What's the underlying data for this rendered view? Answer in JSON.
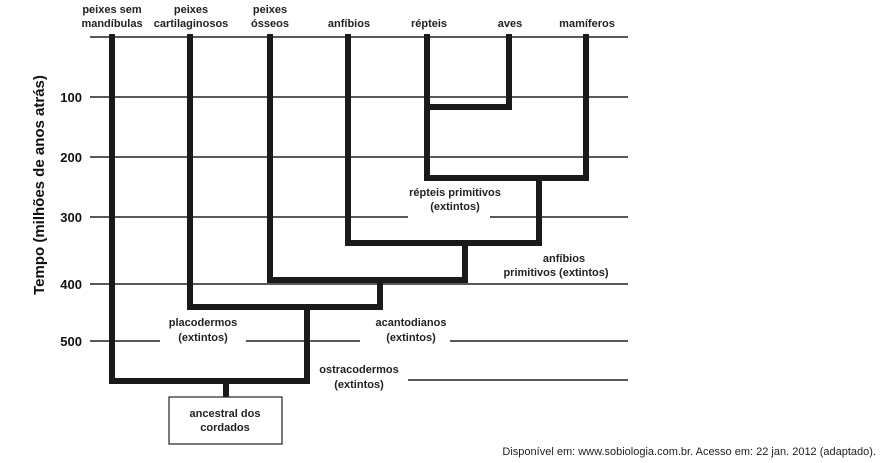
{
  "axis": {
    "label": "Tempo (milhões de anos atrás)",
    "ticks": [
      "100",
      "200",
      "300",
      "400",
      "500"
    ]
  },
  "taxa": {
    "peixes_sem_mandibulas": [
      "peixes sem",
      "mandíbulas"
    ],
    "peixes_cartilaginosos": [
      "peixes",
      "cartilaginosos"
    ],
    "peixes_osseos": [
      "peixes",
      "ósseos"
    ],
    "anfibios": "anfíbios",
    "repteis": "répteis",
    "aves": "aves",
    "mamiferos": "mamíferos"
  },
  "extinct": {
    "repteis_primitivos": [
      "répteis primitivos",
      "(extintos)"
    ],
    "anfibios_primitivos": [
      "anfíbios",
      "primitivos (extintos)"
    ],
    "placodermos": [
      "placodermos",
      "(extintos)"
    ],
    "acantodianos": [
      "acantodianos",
      "(extintos)"
    ],
    "ostracodermos": [
      "ostracodermos",
      "(extintos)"
    ]
  },
  "root": [
    "ancestral dos",
    "cordados"
  ],
  "source": "Disponível em: www.sobiologia.com.br. Acesso em: 22 jan. 2012 (adaptado)."
}
